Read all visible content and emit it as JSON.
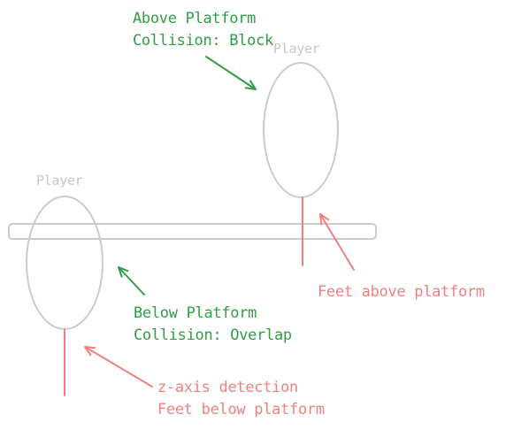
{
  "colors": {
    "outline": "#cccccc",
    "green": "#2f9e44",
    "red": "#f08080",
    "player_text": "#c8c8c8"
  },
  "players": [
    {
      "label": "Player"
    },
    {
      "label": "Player"
    }
  ],
  "annotations": {
    "above": {
      "line1": "Above Platform",
      "line2": "Collision: Block"
    },
    "below": {
      "line1": "Below Platform",
      "line2": "Collision: Overlap"
    },
    "feet_above": {
      "text": "Feet above platform"
    },
    "feet_below": {
      "line1": "z-axis detection",
      "line2": "Feet below platform"
    }
  }
}
